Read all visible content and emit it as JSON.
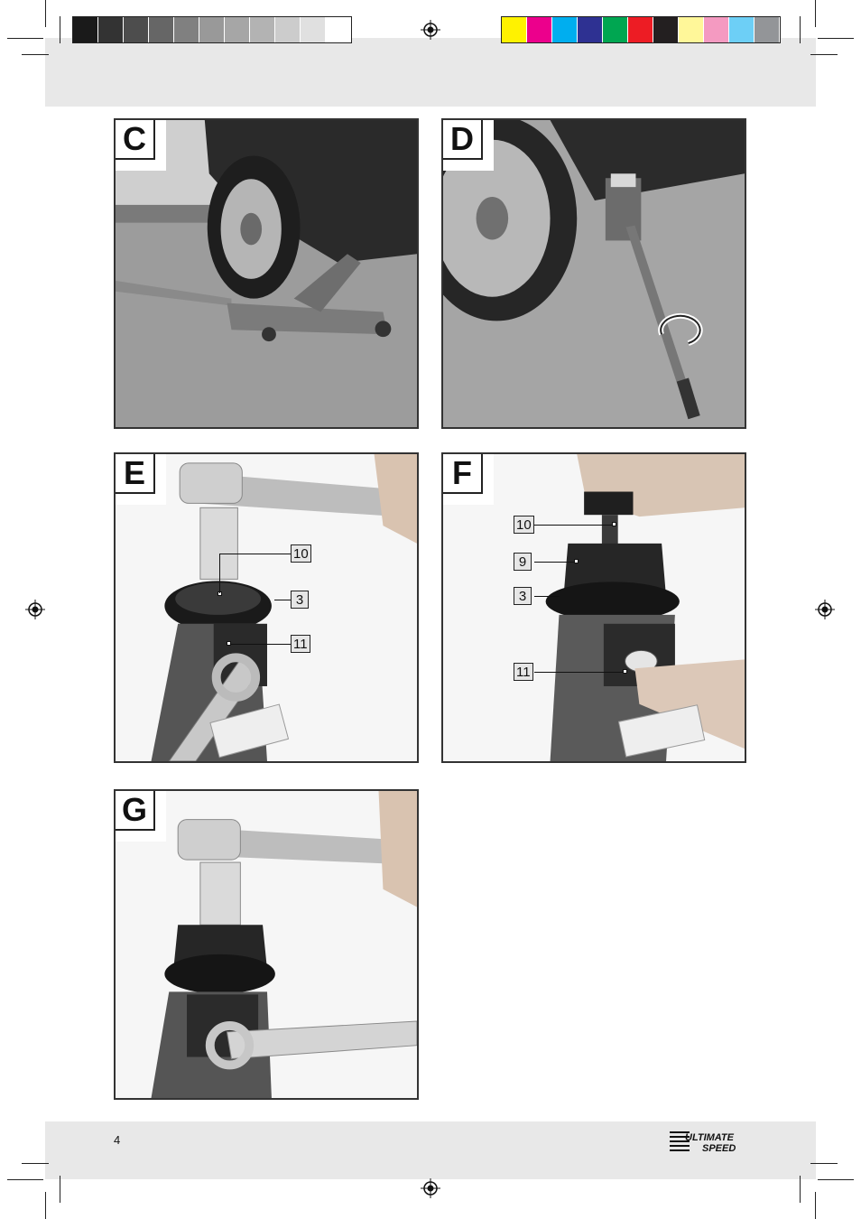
{
  "colors": {
    "grayscale_bar": [
      "#1a1a1a",
      "#333333",
      "#4d4d4d",
      "#666666",
      "#808080",
      "#999999",
      "#a6a6a6",
      "#b3b3b3",
      "#cccccc",
      "#e0e0e0",
      "#ffffff"
    ],
    "color_bar": [
      "#fff200",
      "#ec008c",
      "#00aeef",
      "#2e3192",
      "#00a651",
      "#ed1c24",
      "#231f20",
      "#fff799",
      "#f49ac1",
      "#6dcff6",
      "#939598"
    ],
    "band": "#e8e8e8"
  },
  "figures": [
    {
      "label": "C"
    },
    {
      "label": "D"
    },
    {
      "label": "E",
      "callouts": [
        "10",
        "3",
        "11"
      ]
    },
    {
      "label": "F",
      "callouts": [
        "10",
        "9",
        "3",
        "11"
      ]
    },
    {
      "label": "G"
    }
  ],
  "footer": {
    "page_number": "4",
    "logo_top": "ULTIMATE",
    "logo_bottom": "SPEED"
  }
}
